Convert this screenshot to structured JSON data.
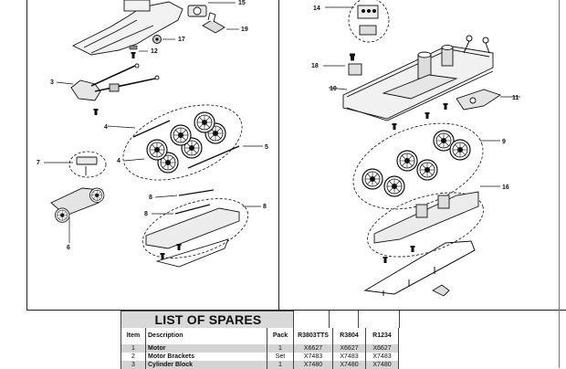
{
  "callouts": [
    "15",
    "19",
    "17",
    "12",
    "3",
    "4",
    "5",
    "4",
    "7",
    "6",
    "8",
    "8",
    "8",
    "14",
    "18",
    "10",
    "11",
    "9",
    "16"
  ],
  "spares": {
    "title": "LIST OF SPARES",
    "columns": [
      "Item",
      "Description",
      "Pack",
      "R3803TTS",
      "R3804",
      "R1234"
    ],
    "rows": [
      {
        "item": "1",
        "desc": "Motor",
        "pack": "1",
        "a": "X6627",
        "b": "X6627",
        "c": "X6627",
        "shade": true
      },
      {
        "item": "2",
        "desc": "Motor Brackets",
        "pack": "Set",
        "a": "X7483",
        "b": "X7483",
        "c": "X7483",
        "shade": false
      },
      {
        "item": "3",
        "desc": "Cylinder Block",
        "pack": "1",
        "a": "X7480",
        "b": "X7480",
        "c": "X7480",
        "shade": true
      }
    ]
  }
}
